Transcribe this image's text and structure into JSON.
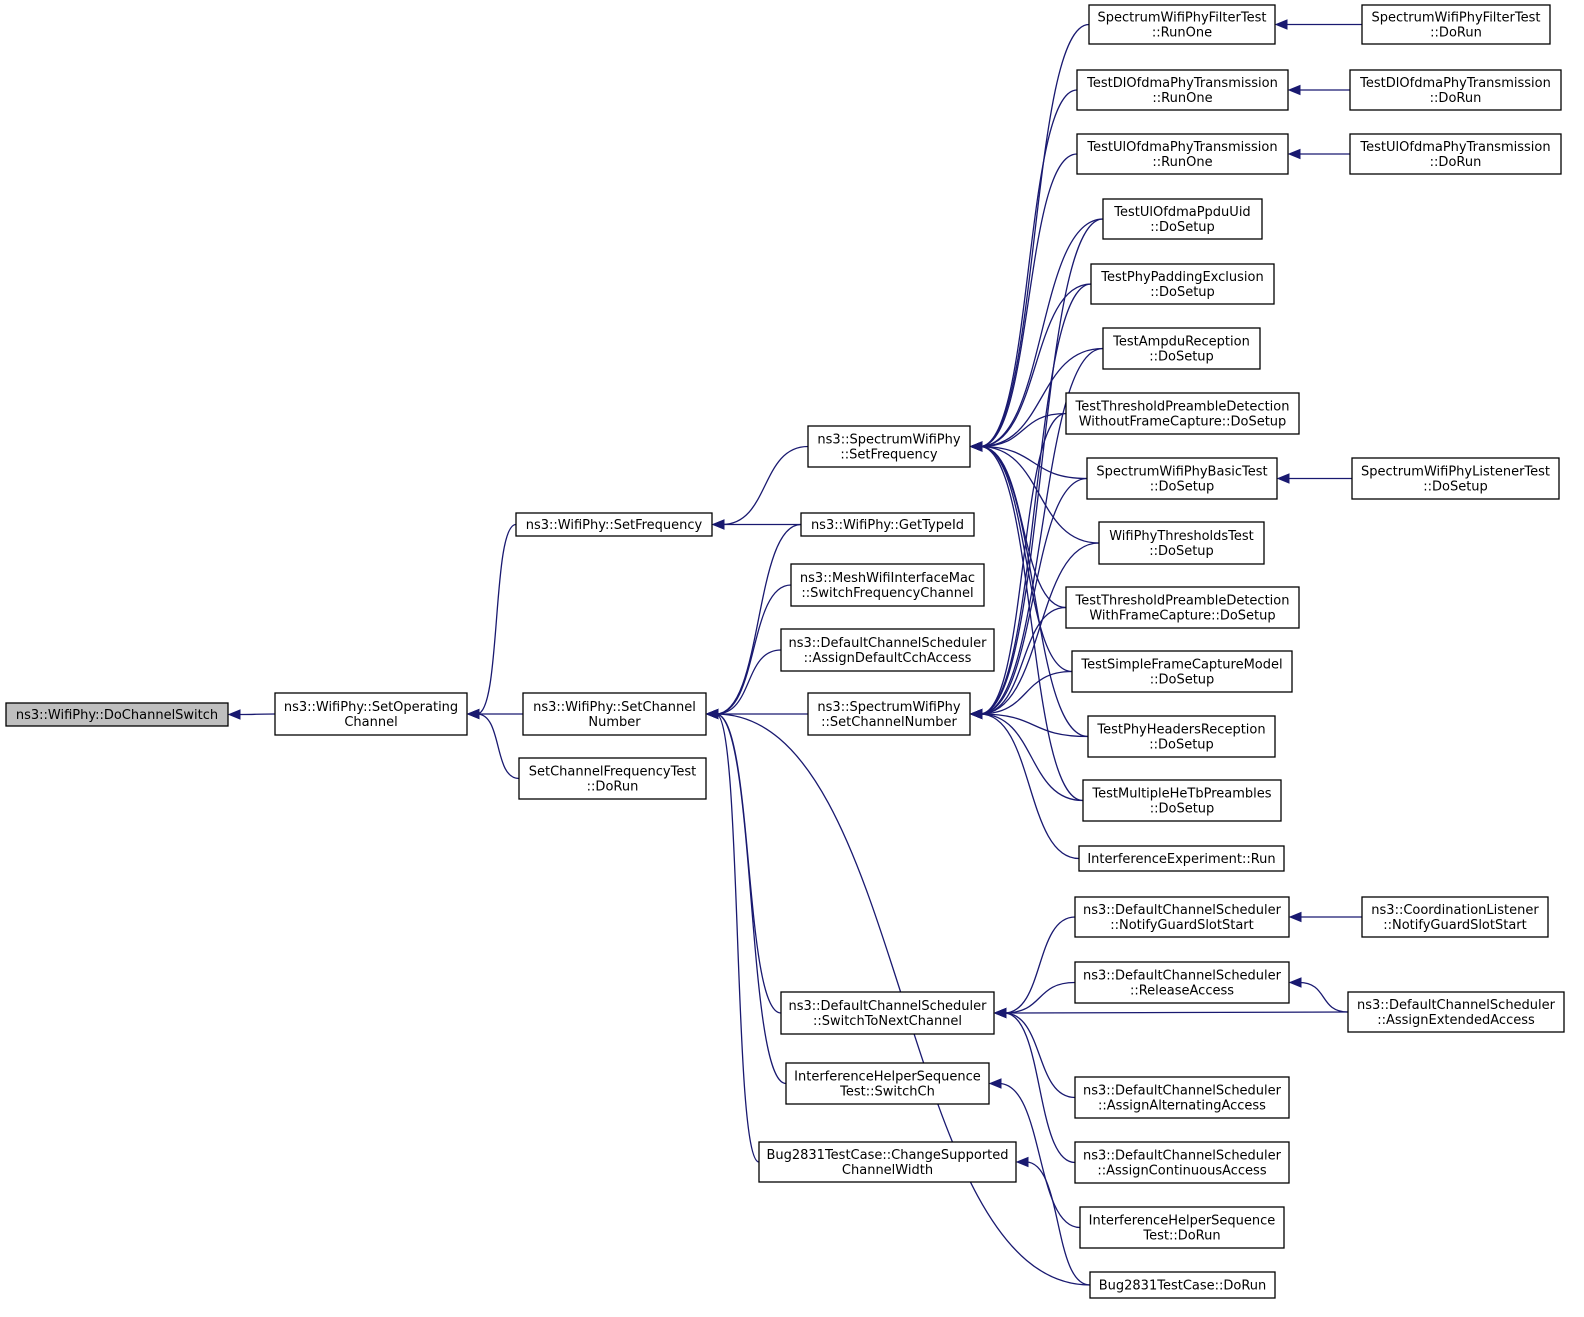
{
  "colors": {
    "edge": "#191970",
    "root_fill": "#bfbfbf",
    "node_fill": "#ffffff",
    "border": "#000000"
  },
  "nodes": [
    {
      "id": "n0",
      "lines": [
        "ns3::WifiPhy::DoChannelSwitch"
      ],
      "root": true
    },
    {
      "id": "n1",
      "lines": [
        "ns3::WifiPhy::SetOperating",
        "Channel"
      ]
    },
    {
      "id": "n2",
      "lines": [
        "ns3::WifiPhy::SetFrequency"
      ]
    },
    {
      "id": "n3",
      "lines": [
        "ns3::WifiPhy::SetChannel",
        "Number"
      ]
    },
    {
      "id": "n4",
      "lines": [
        "SetChannelFrequencyTest",
        "::DoRun"
      ]
    },
    {
      "id": "n5",
      "lines": [
        "ns3::SpectrumWifiPhy",
        "::SetFrequency"
      ]
    },
    {
      "id": "n6",
      "lines": [
        "ns3::WifiPhy::GetTypeId"
      ]
    },
    {
      "id": "n7",
      "lines": [
        "ns3::MeshWifiInterfaceMac",
        "::SwitchFrequencyChannel"
      ]
    },
    {
      "id": "n8",
      "lines": [
        "ns3::DefaultChannelScheduler",
        "::AssignDefaultCchAccess"
      ]
    },
    {
      "id": "n9",
      "lines": [
        "ns3::SpectrumWifiPhy",
        "::SetChannelNumber"
      ]
    },
    {
      "id": "n10",
      "lines": [
        "ns3::DefaultChannelScheduler",
        "::SwitchToNextChannel"
      ]
    },
    {
      "id": "n11",
      "lines": [
        "InterferenceHelperSequence",
        "Test::SwitchCh"
      ]
    },
    {
      "id": "n12",
      "lines": [
        "Bug2831TestCase::ChangeSupported",
        "ChannelWidth"
      ]
    },
    {
      "id": "n13",
      "lines": [
        "SpectrumWifiPhyFilterTest",
        "::RunOne"
      ]
    },
    {
      "id": "n14",
      "lines": [
        "TestDlOfdmaPhyTransmission",
        "::RunOne"
      ]
    },
    {
      "id": "n15",
      "lines": [
        "TestUlOfdmaPhyTransmission",
        "::RunOne"
      ]
    },
    {
      "id": "n16",
      "lines": [
        "TestUlOfdmaPpduUid",
        "::DoSetup"
      ]
    },
    {
      "id": "n17",
      "lines": [
        "TestPhyPaddingExclusion",
        "::DoSetup"
      ]
    },
    {
      "id": "n18",
      "lines": [
        "TestAmpduReception",
        "::DoSetup"
      ]
    },
    {
      "id": "n19",
      "lines": [
        "TestThresholdPreambleDetection",
        "WithoutFrameCapture::DoSetup"
      ]
    },
    {
      "id": "n20",
      "lines": [
        "SpectrumWifiPhyBasicTest",
        "::DoSetup"
      ]
    },
    {
      "id": "n21",
      "lines": [
        "WifiPhyThresholdsTest",
        "::DoSetup"
      ]
    },
    {
      "id": "n22",
      "lines": [
        "TestThresholdPreambleDetection",
        "WithFrameCapture::DoSetup"
      ]
    },
    {
      "id": "n23",
      "lines": [
        "TestSimpleFrameCaptureModel",
        "::DoSetup"
      ]
    },
    {
      "id": "n24",
      "lines": [
        "TestPhyHeadersReception",
        "::DoSetup"
      ]
    },
    {
      "id": "n25",
      "lines": [
        "TestMultipleHeTbPreambles",
        "::DoSetup"
      ]
    },
    {
      "id": "n26",
      "lines": [
        "InterferenceExperiment::Run"
      ]
    },
    {
      "id": "n27",
      "lines": [
        "ns3::DefaultChannelScheduler",
        "::NotifyGuardSlotStart"
      ]
    },
    {
      "id": "n28",
      "lines": [
        "ns3::DefaultChannelScheduler",
        "::ReleaseAccess"
      ]
    },
    {
      "id": "n29",
      "lines": [
        "ns3::DefaultChannelScheduler",
        "::AssignAlternatingAccess"
      ]
    },
    {
      "id": "n30",
      "lines": [
        "ns3::DefaultChannelScheduler",
        "::AssignContinuousAccess"
      ]
    },
    {
      "id": "n31",
      "lines": [
        "InterferenceHelperSequence",
        "Test::DoRun"
      ]
    },
    {
      "id": "n32",
      "lines": [
        "Bug2831TestCase::DoRun"
      ]
    },
    {
      "id": "n33",
      "lines": [
        "SpectrumWifiPhyFilterTest",
        "::DoRun"
      ]
    },
    {
      "id": "n34",
      "lines": [
        "TestDlOfdmaPhyTransmission",
        "::DoRun"
      ]
    },
    {
      "id": "n35",
      "lines": [
        "TestUlOfdmaPhyTransmission",
        "::DoRun"
      ]
    },
    {
      "id": "n36",
      "lines": [
        "SpectrumWifiPhyListenerTest",
        "::DoSetup"
      ]
    },
    {
      "id": "n37",
      "lines": [
        "ns3::CoordinationListener",
        "::NotifyGuardSlotStart"
      ]
    },
    {
      "id": "n38",
      "lines": [
        "ns3::DefaultChannelScheduler",
        "::AssignExtendedAccess"
      ]
    }
  ],
  "edges": [
    {
      "from": "n1",
      "to": "n0"
    },
    {
      "from": "n2",
      "to": "n1"
    },
    {
      "from": "n3",
      "to": "n1"
    },
    {
      "from": "n4",
      "to": "n1"
    },
    {
      "from": "n5",
      "to": "n2"
    },
    {
      "from": "n6",
      "to": "n2"
    },
    {
      "from": "n6",
      "to": "n3"
    },
    {
      "from": "n7",
      "to": "n3"
    },
    {
      "from": "n8",
      "to": "n3"
    },
    {
      "from": "n9",
      "to": "n3"
    },
    {
      "from": "n10",
      "to": "n3"
    },
    {
      "from": "n11",
      "to": "n3"
    },
    {
      "from": "n12",
      "to": "n3"
    },
    {
      "from": "n32",
      "to": "n3"
    },
    {
      "from": "n13",
      "to": "n5"
    },
    {
      "from": "n14",
      "to": "n5"
    },
    {
      "from": "n15",
      "to": "n5"
    },
    {
      "from": "n16",
      "to": "n5"
    },
    {
      "from": "n17",
      "to": "n5"
    },
    {
      "from": "n18",
      "to": "n5"
    },
    {
      "from": "n19",
      "to": "n5"
    },
    {
      "from": "n20",
      "to": "n5"
    },
    {
      "from": "n21",
      "to": "n5"
    },
    {
      "from": "n22",
      "to": "n5"
    },
    {
      "from": "n23",
      "to": "n5"
    },
    {
      "from": "n24",
      "to": "n5"
    },
    {
      "from": "n25",
      "to": "n5"
    },
    {
      "from": "n16",
      "to": "n9"
    },
    {
      "from": "n17",
      "to": "n9"
    },
    {
      "from": "n18",
      "to": "n9"
    },
    {
      "from": "n19",
      "to": "n9"
    },
    {
      "from": "n20",
      "to": "n9"
    },
    {
      "from": "n21",
      "to": "n9"
    },
    {
      "from": "n22",
      "to": "n9"
    },
    {
      "from": "n23",
      "to": "n9"
    },
    {
      "from": "n24",
      "to": "n9"
    },
    {
      "from": "n25",
      "to": "n9"
    },
    {
      "from": "n26",
      "to": "n9"
    },
    {
      "from": "n27",
      "to": "n10"
    },
    {
      "from": "n28",
      "to": "n10"
    },
    {
      "from": "n38",
      "to": "n10"
    },
    {
      "from": "n29",
      "to": "n10"
    },
    {
      "from": "n30",
      "to": "n10"
    },
    {
      "from": "n31",
      "to": "n11"
    },
    {
      "from": "n32",
      "to": "n12"
    },
    {
      "from": "n33",
      "to": "n13"
    },
    {
      "from": "n34",
      "to": "n14"
    },
    {
      "from": "n35",
      "to": "n15"
    },
    {
      "from": "n36",
      "to": "n20"
    },
    {
      "from": "n37",
      "to": "n27"
    },
    {
      "from": "n38",
      "to": "n28"
    }
  ]
}
